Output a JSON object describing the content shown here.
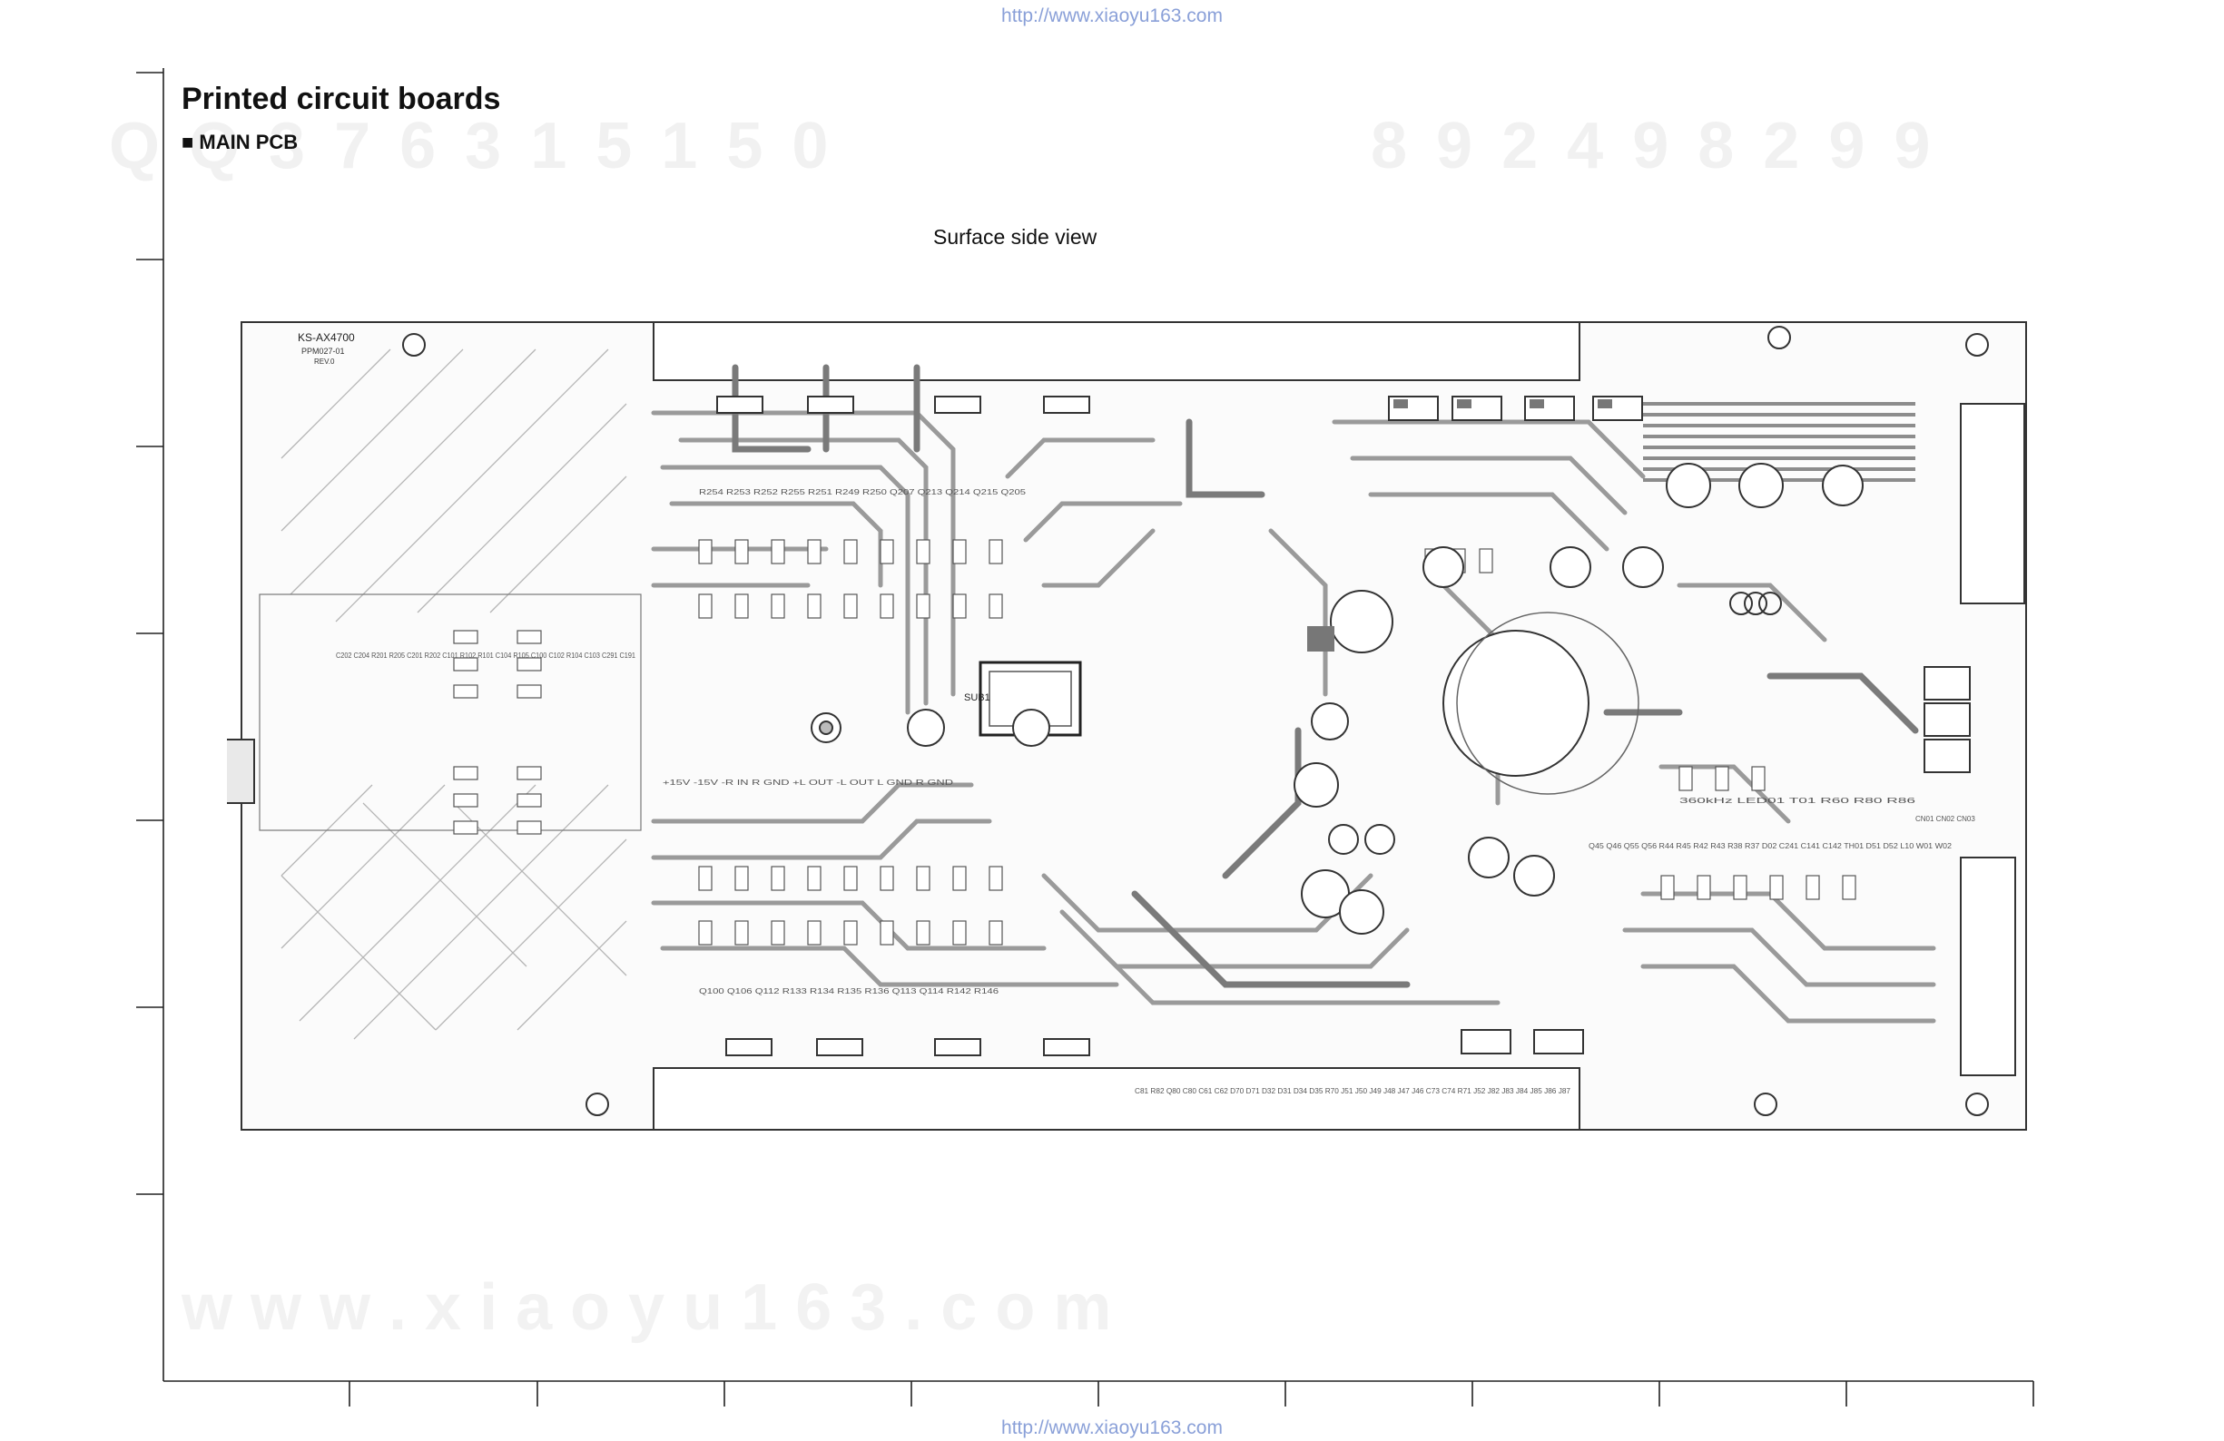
{
  "header": {
    "url_top": "http://www.xiaoyu163.com",
    "url_bottom": "http://www.xiaoyu163.com",
    "title": "Printed circuit boards",
    "section": "MAIN PCB",
    "section_bullet": "■",
    "watermark_left": "Q Q   3 7 6 3 1 5 1 5 0",
    "watermark_right": "8 9 2 4 9 8 2 9 9",
    "watermark_bottom": "w w w . x i a o y u 1 6 3 . c o m"
  },
  "view": {
    "label": "Surface side view"
  },
  "board": {
    "model": "KS-AX4700",
    "part_number": "PPM027-01",
    "revision": "REV.0",
    "sub_label": "SUB1",
    "power_labels": [
      "+15V",
      "-15V",
      "-R IN",
      "R GND",
      "+L OUT",
      "-L OUT",
      "L GND",
      "R GND"
    ],
    "components_top": [
      "R254",
      "R253",
      "R252",
      "R255",
      "R251",
      "R249",
      "R250",
      "Q207",
      "Q213",
      "Q214",
      "Q215",
      "Q205"
    ],
    "components_mid": [
      "C202",
      "C204",
      "R201",
      "R205",
      "C201",
      "R202",
      "C101",
      "R102",
      "R101",
      "C104",
      "R105",
      "C100",
      "C102",
      "R104",
      "C103",
      "C291",
      "C191"
    ],
    "components_bottom": [
      "Q100",
      "Q106",
      "Q112",
      "R133",
      "R134",
      "R135",
      "R136",
      "Q113",
      "Q114",
      "R142",
      "R146"
    ],
    "components_right": [
      "C81",
      "R82",
      "Q80",
      "C80",
      "C61",
      "C62",
      "D70",
      "D71",
      "D32",
      "D31",
      "D34",
      "D35",
      "R70",
      "J51",
      "J50",
      "J49",
      "J48",
      "J47",
      "J46",
      "C73",
      "C74",
      "R71",
      "J52",
      "J82",
      "J83",
      "J84",
      "J85",
      "J86",
      "J87"
    ],
    "components_far_right": [
      "Q45",
      "Q46",
      "Q55",
      "Q56",
      "R44",
      "R45",
      "R42",
      "R43",
      "R38",
      "R37",
      "D02",
      "C241",
      "C141",
      "C142",
      "TH01",
      "D51",
      "D52",
      "L10",
      "W01",
      "W02"
    ],
    "connectors": [
      "CN01",
      "CN02",
      "CN03"
    ],
    "labels_misc": [
      "360kHz",
      "LED01",
      "T01",
      "R60",
      "R80",
      "R86"
    ]
  }
}
